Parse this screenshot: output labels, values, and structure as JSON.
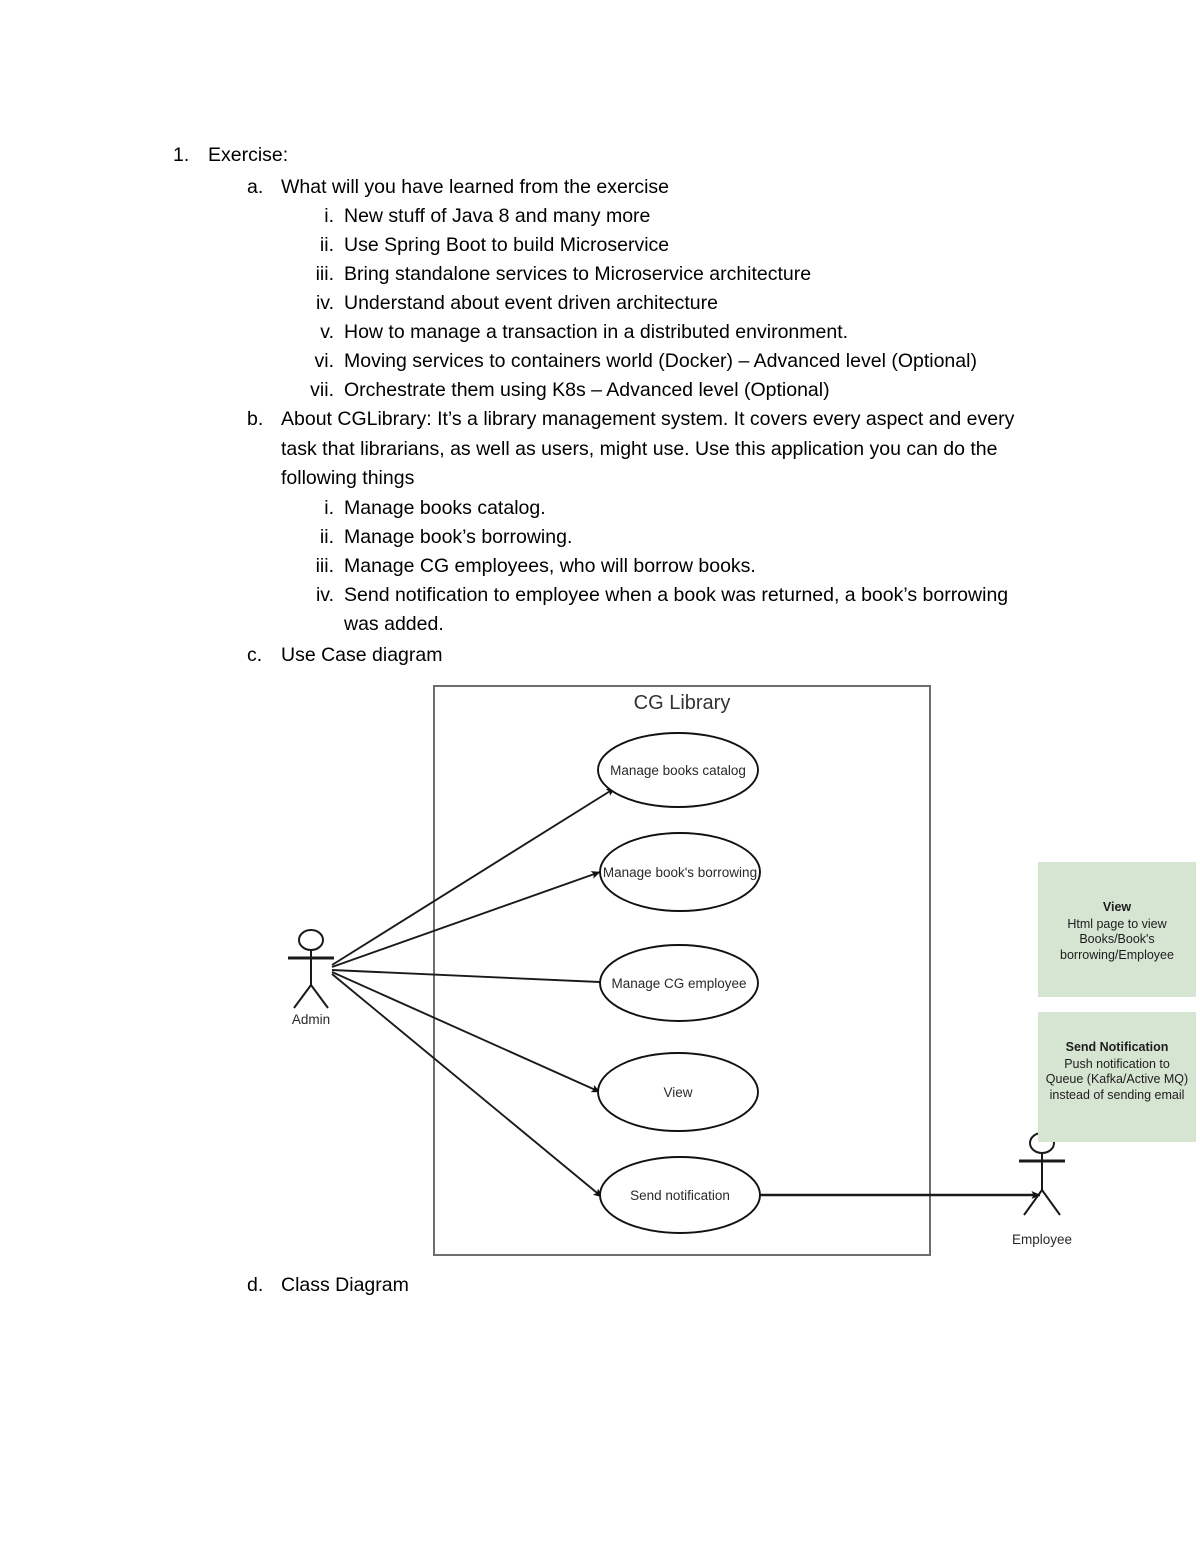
{
  "document": {
    "items": [
      {
        "marker": "1.",
        "level": 1,
        "text": "Exercise:"
      },
      {
        "marker": "a.",
        "level": 2,
        "text": "What will you have learned from the exercise"
      },
      {
        "marker": "i.",
        "level": 3,
        "text": "New stuff of Java 8 and many more"
      },
      {
        "marker": "ii.",
        "level": 3,
        "text": "Use Spring Boot to build Microservice"
      },
      {
        "marker": "iii.",
        "level": 3,
        "text": "Bring standalone services to Microservice architecture"
      },
      {
        "marker": "iv.",
        "level": 3,
        "text": "Understand about event driven architecture"
      },
      {
        "marker": "v.",
        "level": 3,
        "text": "How to manage a transaction in a distributed environment."
      },
      {
        "marker": "vi.",
        "level": 3,
        "text": "Moving services to containers world (Docker) – Advanced level (Optional)"
      },
      {
        "marker": "vii.",
        "level": 3,
        "text": "Orchestrate them using K8s – Advanced level (Optional)"
      },
      {
        "marker": "b.",
        "level": 2,
        "text": "About CGLibrary: It’s a library management system. It covers every aspect and every task that librarians, as well as users, might use. Use this application you can do the following things"
      },
      {
        "marker": "i.",
        "level": 3,
        "text": "Manage books catalog."
      },
      {
        "marker": "ii.",
        "level": 3,
        "text": "Manage book’s borrowing."
      },
      {
        "marker": "iii.",
        "level": 3,
        "text": "Manage CG employees, who will borrow books."
      },
      {
        "marker": "iv.",
        "level": 3,
        "text": "Send notification to employee when a book was returned, a book’s borrowing was added."
      },
      {
        "marker": "c.",
        "level": 2,
        "text": "Use Case diagram"
      },
      {
        "marker": "d.",
        "level": 2,
        "text": "Class Diagram"
      }
    ]
  },
  "use_case_diagram": {
    "system_title": "CG Library",
    "actors": [
      {
        "name": "Admin",
        "label": "Admin"
      },
      {
        "name": "Employee",
        "label": "Employee"
      }
    ],
    "use_cases": [
      {
        "label": "Manage books catalog"
      },
      {
        "label": "Manage book's borrowing"
      },
      {
        "label": "Manage CG employee"
      },
      {
        "label": "View"
      },
      {
        "label": "Send notification"
      }
    ],
    "associations": [
      {
        "from": "Admin",
        "to": "Manage books catalog"
      },
      {
        "from": "Admin",
        "to": "Manage book's borrowing"
      },
      {
        "from": "Admin",
        "to": "Manage CG employee"
      },
      {
        "from": "Admin",
        "to": "View"
      },
      {
        "from": "Admin",
        "to": "Send notification"
      },
      {
        "from": "Send notification",
        "to": "Employee"
      }
    ],
    "notes": [
      {
        "title": "View",
        "body": "Html page to view Books/Book's borrowing/Employee",
        "color": "#d6e5d2"
      },
      {
        "title": "Send Notification",
        "body": "Push notification to Queue (Kafka/Active MQ) instead of sending email",
        "color": "#d6e5d2"
      }
    ]
  }
}
